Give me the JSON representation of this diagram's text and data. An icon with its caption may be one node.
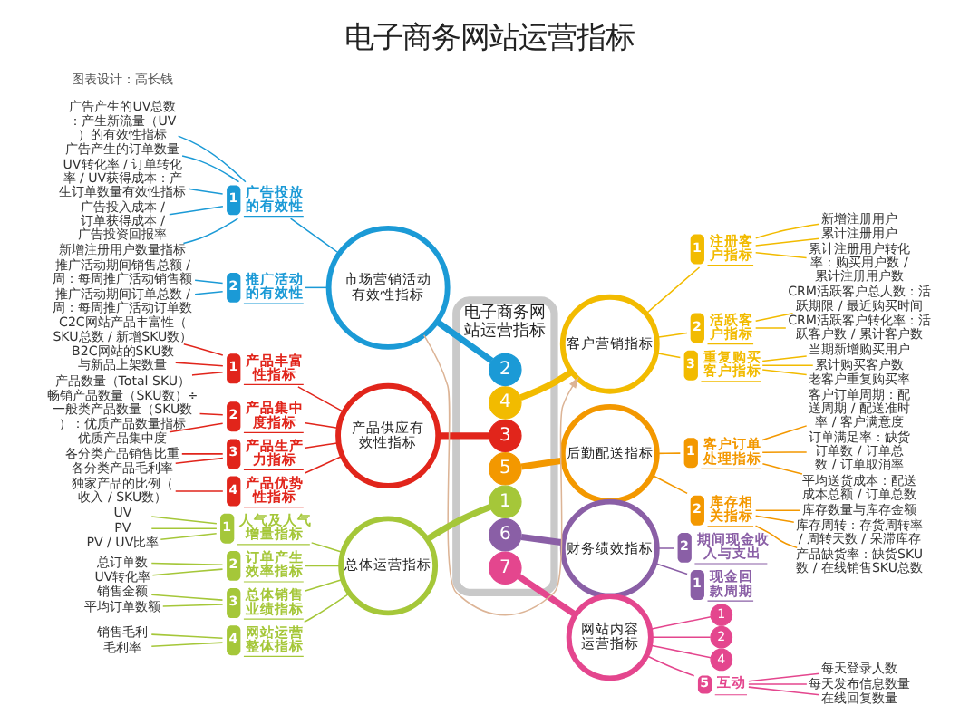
{
  "diagram": {
    "title": "电子商务网站运营指标",
    "nodes": [
      {
        "text": [
          "电子商务网站运营指标"
        ]
      },
      {
        "text": [
          "3"
        ],
        "in": 0
      },
      {
        "text": [
          "4"
        ],
        "in": 0
      },
      {
        "text": [
          "2"
        ],
        "in": 0
      },
      {
        "text": [
          "5"
        ],
        "in": 0
      },
      {
        "text": [
          "1"
        ],
        "in": 0
      },
      {
        "text": [
          "6"
        ],
        "in": 0
      },
      {
        "text": [
          "7"
        ],
        "in": 0
      },
      {
        "text": [
          "产品供应有效性指标"
        ]
      },
      {
        "text": [
          "1",
          "产品丰富性指标"
        ]
      },
      {
        "text": [
          "C2C网站产品丰富性（SKU总数 / 新增SKU数）"
        ]
      },
      {
        "text": [
          "B2C网站的SKU数与新品上架数量"
        ]
      },
      {
        "text": [
          "产品数量（Total SKU）"
        ]
      },
      {
        "text": [
          "2",
          "产品集中度指标"
        ]
      },
      {
        "text": [
          "畅销产品数量（SKU数）÷ 一般类产品数量（SKU数）：优质产品数量指标"
        ]
      },
      {
        "text": [
          "优质产品集中度"
        ]
      },
      {
        "text": [
          "3",
          "产品生产力指标"
        ]
      },
      {
        "text": [
          "各分类产品销售比重"
        ]
      },
      {
        "text": [
          "各分类产品毛利率"
        ]
      },
      {
        "text": [
          "4",
          "产品优势性指标"
        ]
      },
      {
        "text": [
          "独家产品的比例（收入 / SKU数）"
        ]
      },
      {
        "text": [
          "客户营销指标"
        ]
      },
      {
        "text": [
          "1",
          "注册客户指标"
        ]
      },
      {
        "text": [
          "新增注册用户"
        ]
      },
      {
        "text": [
          "累计注册用户"
        ]
      },
      {
        "text": [
          "累计注册用户转化率：购买用户数 / 累计注册用户数"
        ]
      },
      {
        "text": [
          "2",
          "活跃客户指标"
        ]
      },
      {
        "text": [
          "CRM活跃客户总人数：活跃期限 / 最近购买时间"
        ]
      },
      {
        "text": [
          "CRM活跃客户转化率：活跃客户数 / 累计客户数"
        ]
      },
      {
        "text": [
          "3",
          "重复购买客户指标"
        ]
      },
      {
        "text": [
          "当期新增购买用户"
        ]
      },
      {
        "text": [
          "累计购买客户数"
        ]
      },
      {
        "text": [
          "老客户重复购买率"
        ]
      },
      {
        "text": [
          "市场营销活动有效性指标"
        ]
      },
      {
        "text": [
          "1",
          "广告投放的有效性"
        ]
      },
      {
        "text": [
          "广告产生的UV总数：产生新流量（UV）的有效性指标"
        ]
      },
      {
        "text": [
          "广告产生的订单数量"
        ]
      },
      {
        "text": [
          "UV转化率 / 订单转化率 / UV获得成本：产生订单数量有效性指标"
        ]
      },
      {
        "text": [
          "广告投入成本 / 订单获得成本 / 广告投资回报率"
        ]
      },
      {
        "text": [
          "新增注册用户数量指标"
        ]
      },
      {
        "text": [
          "2",
          "推广活动的有效性"
        ]
      },
      {
        "text": [
          "推广活动期间销售总额 / 周：每周推广活动销售额"
        ]
      },
      {
        "text": [
          "推广活动期间订单总数 / 周：每周推广活动订单数"
        ]
      },
      {
        "text": [
          "后勤配送指标"
        ]
      },
      {
        "text": [
          "1",
          "客户订单处理指标"
        ]
      },
      {
        "text": [
          "客户订单周期：配送周期 / 配送准时率 / 客户满意度"
        ]
      },
      {
        "text": [
          "订单满足率：缺货订单数 / 订单总数 / 订单取消率"
        ]
      },
      {
        "text": [
          "平均送货成本：配送成本总额 / 订单总数"
        ]
      },
      {
        "text": [
          "2",
          "库存相关指标"
        ]
      },
      {
        "text": [
          "库存数量与库存金额"
        ]
      },
      {
        "text": [
          "库存周转：存货周转率 / 周转天数 / 呆滞库存"
        ]
      },
      {
        "text": [
          "产品缺货率：缺货SKU数 / 在线销售SKU总数"
        ]
      },
      {
        "text": [
          "总体运营指标"
        ]
      },
      {
        "text": [
          "1",
          "人气及人气增量指标"
        ]
      },
      {
        "text": [
          "UV"
        ]
      },
      {
        "text": [
          "PV"
        ]
      },
      {
        "text": [
          "PV / UV比率"
        ]
      },
      {
        "text": [
          "2",
          "订单产生效率指标"
        ]
      },
      {
        "text": [
          "总订单数"
        ]
      },
      {
        "text": [
          "UV转化率"
        ]
      },
      {
        "text": [
          "3",
          "总体销售业绩指标"
        ]
      },
      {
        "text": [
          "销售金额"
        ]
      },
      {
        "text": [
          "平均订单数额"
        ]
      },
      {
        "text": [
          "4",
          "网站运营整体指标"
        ]
      },
      {
        "text": [
          "销售毛利"
        ]
      },
      {
        "text": [
          "毛利率"
        ]
      },
      {
        "text": [
          "财务绩效指标"
        ]
      },
      {
        "text": [
          "2",
          "期间现金收入与支出"
        ]
      },
      {
        "text": [
          "1",
          "现金回款周期"
        ]
      },
      {
        "text": [
          "网站内容运营指标"
        ]
      },
      {
        "text": [
          "1"
        ]
      },
      {
        "text": [
          "2"
        ]
      },
      {
        "text": [
          "4"
        ]
      },
      {
        "text": [
          "5",
          "互动"
        ]
      },
      {
        "text": [
          "每天登录人数"
        ]
      },
      {
        "text": [
          "每天发布信息数量"
        ]
      },
      {
        "text": [
          "在线回复数量"
        ]
      }
    ],
    "edges": [
      {
        "from": 8,
        "to": 1,
        "arrow": "none",
        "style": "thick",
        "color": "#e1251b"
      },
      {
        "from": 9,
        "to": 8,
        "arrow": "none",
        "color": "#e1251b"
      },
      {
        "from": 10,
        "to": 9,
        "arrow": "none",
        "color": "#e1251b"
      },
      {
        "from": 11,
        "to": 9,
        "arrow": "none",
        "color": "#e1251b"
      },
      {
        "from": 12,
        "to": 9,
        "arrow": "none",
        "color": "#e1251b"
      },
      {
        "from": 13,
        "to": 8,
        "arrow": "none",
        "color": "#e1251b"
      },
      {
        "from": 14,
        "to": 13,
        "arrow": "none",
        "color": "#e1251b"
      },
      {
        "from": 15,
        "to": 13,
        "arrow": "none",
        "color": "#e1251b"
      },
      {
        "from": 16,
        "to": 8,
        "arrow": "none",
        "color": "#e1251b"
      },
      {
        "from": 17,
        "to": 16,
        "arrow": "none",
        "color": "#e1251b"
      },
      {
        "from": 18,
        "to": 16,
        "arrow": "none",
        "color": "#e1251b"
      },
      {
        "from": 19,
        "to": 8,
        "arrow": "none",
        "color": "#e1251b"
      },
      {
        "from": 20,
        "to": 19,
        "arrow": "none",
        "color": "#e1251b"
      },
      {
        "from": 2,
        "to": 21,
        "arrow": "none",
        "style": "thick",
        "color": "#f2bb00"
      },
      {
        "from": 21,
        "to": 22,
        "arrow": "none",
        "color": "#f2bb00"
      },
      {
        "from": 22,
        "to": 23,
        "arrow": "none",
        "color": "#f2bb00"
      },
      {
        "from": 22,
        "to": 24,
        "arrow": "none",
        "color": "#f2bb00"
      },
      {
        "from": 22,
        "to": 25,
        "arrow": "none",
        "color": "#f2bb00"
      },
      {
        "from": 21,
        "to": 26,
        "arrow": "none",
        "color": "#f2bb00"
      },
      {
        "from": 26,
        "to": 27,
        "arrow": "none",
        "color": "#f2bb00"
      },
      {
        "from": 26,
        "to": 28,
        "arrow": "none",
        "color": "#f2bb00"
      },
      {
        "from": 21,
        "to": 29,
        "arrow": "none",
        "color": "#f2bb00"
      },
      {
        "from": 29,
        "to": 30,
        "arrow": "none",
        "color": "#f2bb00"
      },
      {
        "from": 29,
        "to": 31,
        "arrow": "none",
        "color": "#f2bb00"
      },
      {
        "from": 29,
        "to": 32,
        "arrow": "none",
        "color": "#f2bb00"
      },
      {
        "from": 33,
        "to": 3,
        "arrow": "none",
        "style": "thick",
        "color": "#1b9ad6"
      },
      {
        "from": 34,
        "to": 33,
        "arrow": "none",
        "color": "#1b9ad6"
      },
      {
        "from": 35,
        "to": 34,
        "arrow": "none",
        "color": "#1b9ad6"
      },
      {
        "from": 36,
        "to": 34,
        "arrow": "none",
        "color": "#1b9ad6"
      },
      {
        "from": 37,
        "to": 34,
        "arrow": "none",
        "color": "#1b9ad6"
      },
      {
        "from": 38,
        "to": 34,
        "arrow": "none",
        "color": "#1b9ad6"
      },
      {
        "from": 39,
        "to": 34,
        "arrow": "none",
        "color": "#1b9ad6"
      },
      {
        "from": 40,
        "to": 33,
        "arrow": "none",
        "color": "#1b9ad6"
      },
      {
        "from": 41,
        "to": 40,
        "arrow": "none",
        "color": "#1b9ad6"
      },
      {
        "from": 42,
        "to": 40,
        "arrow": "none",
        "color": "#1b9ad6"
      },
      {
        "from": 4,
        "to": 43,
        "arrow": "none",
        "style": "thick",
        "color": "#f39800"
      },
      {
        "from": 43,
        "to": 44,
        "arrow": "none",
        "color": "#f39800"
      },
      {
        "from": 44,
        "to": 45,
        "arrow": "none",
        "color": "#f39800"
      },
      {
        "from": 44,
        "to": 46,
        "arrow": "none",
        "color": "#f39800"
      },
      {
        "from": 44,
        "to": 47,
        "arrow": "none",
        "color": "#f39800"
      },
      {
        "from": 43,
        "to": 48,
        "arrow": "none",
        "color": "#f39800"
      },
      {
        "from": 48,
        "to": 49,
        "arrow": "none",
        "color": "#f39800"
      },
      {
        "from": 48,
        "to": 50,
        "arrow": "none",
        "color": "#f39800"
      },
      {
        "from": 48,
        "to": 51,
        "arrow": "none",
        "color": "#f39800"
      },
      {
        "from": 52,
        "to": 5,
        "arrow": "none",
        "style": "thick",
        "color": "#a5c739"
      },
      {
        "from": 53,
        "to": 52,
        "arrow": "none",
        "color": "#a5c739"
      },
      {
        "from": 54,
        "to": 53,
        "arrow": "none",
        "color": "#a5c739"
      },
      {
        "from": 55,
        "to": 53,
        "arrow": "none",
        "color": "#a5c739"
      },
      {
        "from": 56,
        "to": 53,
        "arrow": "none",
        "color": "#a5c739"
      },
      {
        "from": 57,
        "to": 52,
        "arrow": "none",
        "color": "#a5c739"
      },
      {
        "from": 58,
        "to": 57,
        "arrow": "none",
        "color": "#a5c739"
      },
      {
        "from": 59,
        "to": 57,
        "arrow": "none",
        "color": "#a5c739"
      },
      {
        "from": 60,
        "to": 52,
        "arrow": "none",
        "color": "#a5c739"
      },
      {
        "from": 61,
        "to": 60,
        "arrow": "none",
        "color": "#a5c739"
      },
      {
        "from": 62,
        "to": 60,
        "arrow": "none",
        "color": "#a5c739"
      },
      {
        "from": 63,
        "to": 52,
        "arrow": "none",
        "color": "#a5c739"
      },
      {
        "from": 64,
        "to": 63,
        "arrow": "none",
        "color": "#a5c739"
      },
      {
        "from": 65,
        "to": 63,
        "arrow": "none",
        "color": "#a5c739"
      },
      {
        "from": 6,
        "to": 66,
        "arrow": "none",
        "style": "thick",
        "color": "#8a5fa6"
      },
      {
        "from": 66,
        "to": 67,
        "arrow": "none",
        "color": "#8a5fa6"
      },
      {
        "from": 66,
        "to": 68,
        "arrow": "none",
        "color": "#8a5fa6"
      },
      {
        "from": 7,
        "to": 69,
        "arrow": "none",
        "style": "thick",
        "color": "#e4468e"
      },
      {
        "from": 69,
        "to": 70,
        "arrow": "none",
        "color": "#e4468e"
      },
      {
        "from": 69,
        "to": 71,
        "arrow": "none",
        "color": "#e4468e"
      },
      {
        "from": 69,
        "to": 72,
        "arrow": "none",
        "color": "#e4468e"
      },
      {
        "from": 69,
        "to": 73,
        "arrow": "none",
        "color": "#e4468e"
      },
      {
        "from": 73,
        "to": 74,
        "arrow": "none",
        "color": "#e4468e"
      },
      {
        "from": 73,
        "to": 75,
        "arrow": "none",
        "color": "#e4468e"
      },
      {
        "from": 73,
        "to": 76,
        "arrow": "none",
        "color": "#e4468e"
      },
      {
        "from": 33,
        "to": 21,
        "arrow": "to",
        "color": "#dcb496"
      }
    ],
    "labels": [
      "图表设计：高长钱"
    ]
  }
}
